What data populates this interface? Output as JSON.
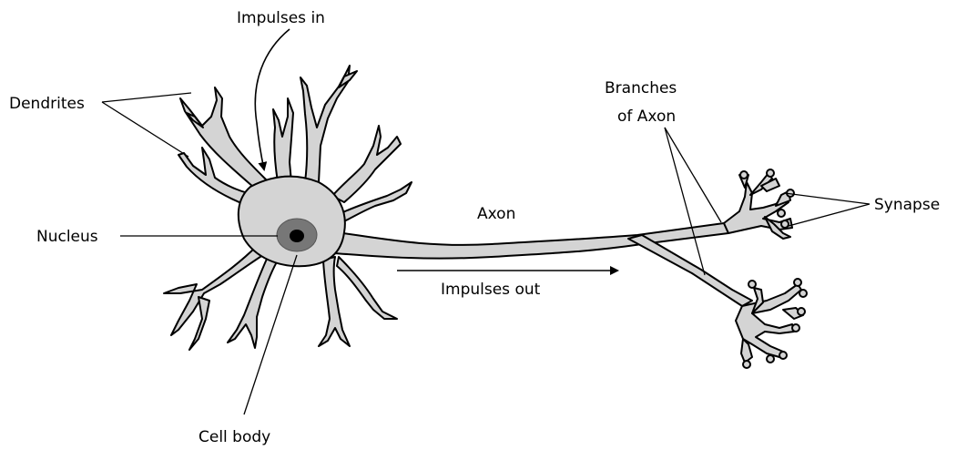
{
  "labels": {
    "impulses_in": "Impulses in",
    "dendrites": "Dendrites",
    "nucleus": "Nucleus",
    "cell_body": "Cell body",
    "axon": "Axon",
    "impulses_out": "Impulses out",
    "branches_line1": "Branches",
    "branches_line2": "of Axon",
    "synapse": "Synapse"
  },
  "colors": {
    "cytoplasm": "#d4d4d4",
    "nucleus_ring": "#777777",
    "nucleolus": "#000000",
    "ink": "#000000"
  }
}
